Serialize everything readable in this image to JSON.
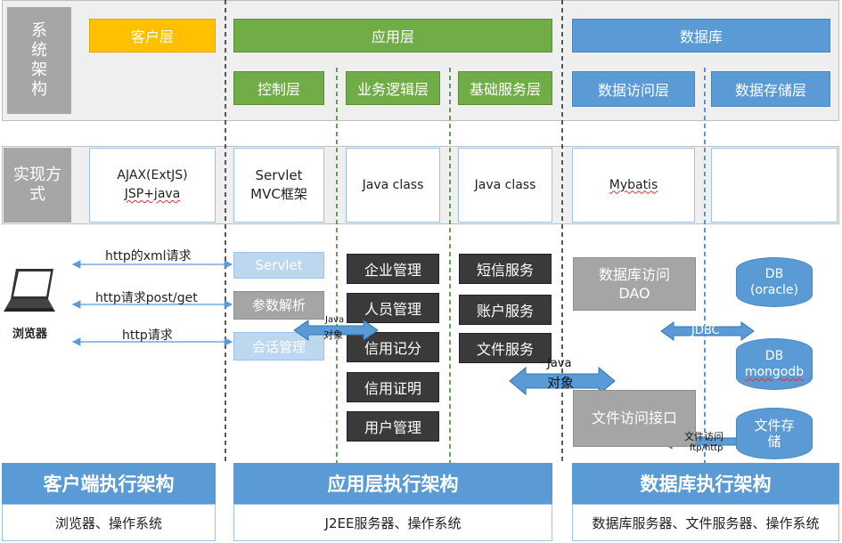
{
  "top": {
    "side_label": "系\n统\n架\n构",
    "client_layer": "客户层",
    "app_layer": "应用层",
    "db_layer": "数据库",
    "app_sub": [
      "控制层",
      "业务逻辑层",
      "基础服务层"
    ],
    "db_sub": [
      "数据访问层",
      "数据存储层"
    ]
  },
  "impl": {
    "side_label": "实现方\n式",
    "client": [
      "AJAX(ExtJS)",
      "JSP+java"
    ],
    "control": [
      "Servlet",
      "MVC框架"
    ],
    "logic": "Java class",
    "base": "Java class",
    "dao": "Mybatis"
  },
  "requests": {
    "browser_label": "浏览器",
    "r1": "http的xml请求",
    "r2": "http请求post/get",
    "r3": "http请求"
  },
  "control_items": [
    "Servlet",
    "参数解析",
    "会话管理"
  ],
  "logic_items": [
    "企业管理",
    "人员管理",
    "信用记分",
    "信用证明",
    "用户管理"
  ],
  "base_items": [
    "短信服务",
    "账户服务",
    "文件服务"
  ],
  "java_obj_small": [
    "Java",
    "对象"
  ],
  "java_obj_big": [
    "Java",
    "对象"
  ],
  "dao_box": [
    "数据库访问",
    "DAO"
  ],
  "file_box": "文件访问接口",
  "jdbc": "JDBC",
  "file_access": [
    "文件访问",
    "ftp/http"
  ],
  "db1": [
    "DB",
    "(oracle)"
  ],
  "db2": [
    "DB",
    "mongodb"
  ],
  "db3": [
    "文件存",
    "储"
  ],
  "footer": {
    "client_title": "客户端执行架构",
    "client_sub": "浏览器、操作系统",
    "app_title": "应用层执行架构",
    "app_sub": "J2EE服务器、操作系统",
    "db_title": "数据库执行架构",
    "db_sub": "数据库服务器、文件服务器、操作系统"
  },
  "colors": {
    "green": "#70ad47",
    "blue": "#5b9bd5",
    "orange": "#ffc000",
    "gray": "#a6a6a6",
    "dark": "#3a3a3a",
    "light_blue": "#bdd7ee"
  }
}
